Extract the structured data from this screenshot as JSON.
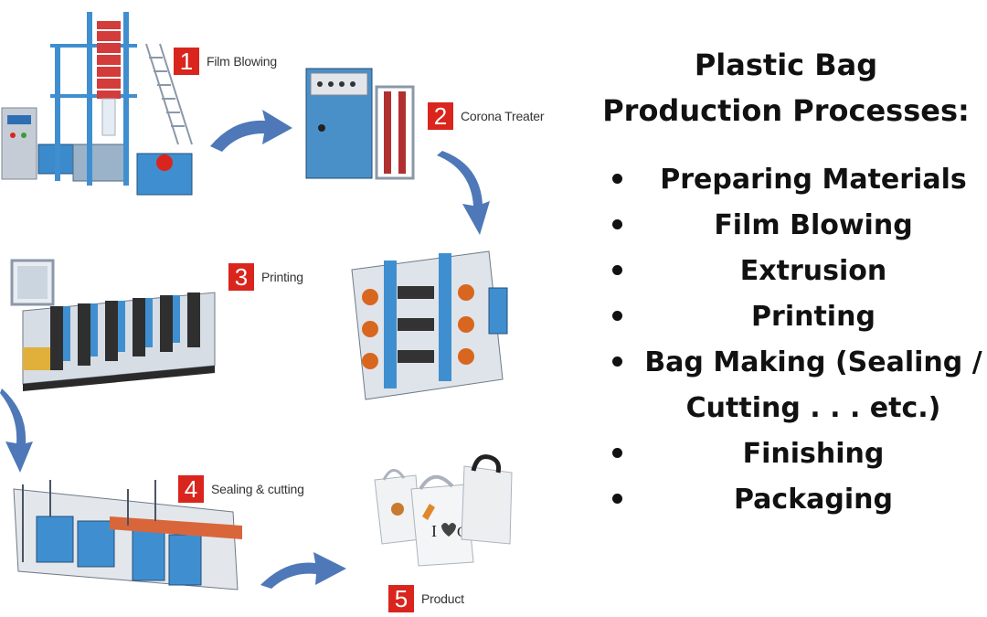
{
  "title": {
    "line1": "Plastic Bag",
    "line2": "Production Processes:"
  },
  "steps": [
    {
      "number": "1",
      "label": "Film Blowing"
    },
    {
      "number": "2",
      "label": "Corona Treater"
    },
    {
      "number": "3",
      "label": "Printing"
    },
    {
      "number": "4",
      "label": "Sealing & cutting"
    },
    {
      "number": "5",
      "label": "Product"
    }
  ],
  "processes": [
    "Preparing Materials",
    "Film Blowing",
    "Extrusion",
    "Printing",
    "Bag Making (Sealing /",
    "Cutting . . . etc.)",
    "Finishing",
    "Packaging"
  ],
  "colors": {
    "step_badge": "#d9251d",
    "arrow": "#4e78b8",
    "machine_blue": "#3f8fd0",
    "machine_grey": "#c9ced6"
  }
}
